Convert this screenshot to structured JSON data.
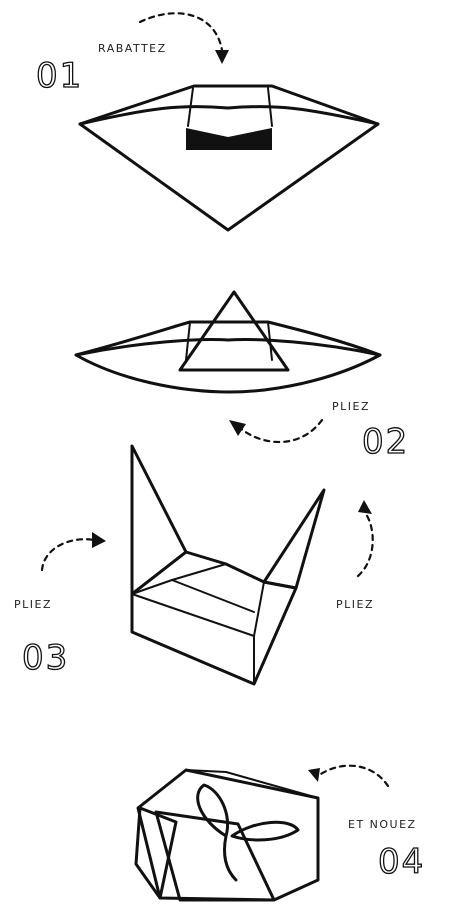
{
  "steps": [
    {
      "number": "01",
      "instructions": [
        "RABATTEZ"
      ]
    },
    {
      "number": "02",
      "instructions": [
        "PLIEZ"
      ]
    },
    {
      "number": "03",
      "instructions": [
        "PLIEZ",
        "PLIEZ"
      ]
    },
    {
      "number": "04",
      "instructions": [
        "ET NOUEZ"
      ]
    }
  ],
  "colors": {
    "ink": "#111111",
    "background": "#ffffff"
  }
}
